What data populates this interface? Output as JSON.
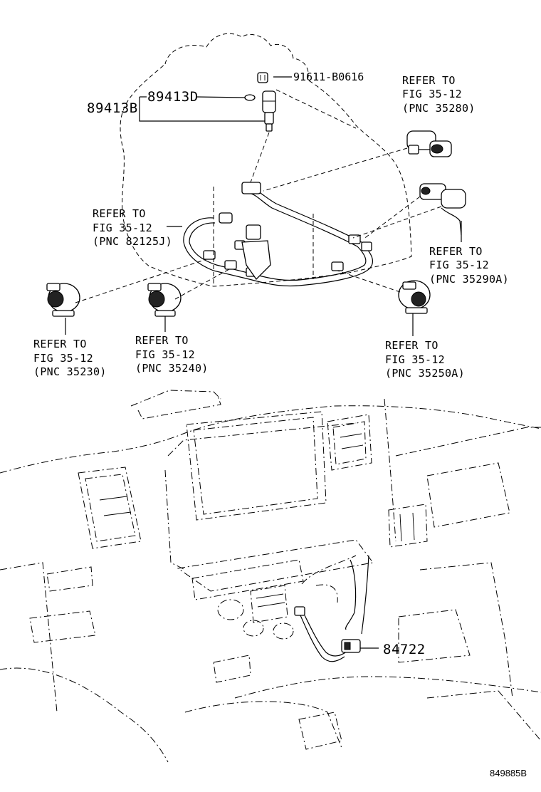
{
  "parts": {
    "p89413b": "89413B",
    "p89413d": "89413D",
    "p91611": "91611-B0616",
    "p84722": "84722"
  },
  "refs": {
    "r35280": [
      "REFER TO",
      "FIG 35-12",
      "(PNC 35280)"
    ],
    "r82125": [
      "REFER TO",
      "FIG 35-12",
      "(PNC 82125J)"
    ],
    "r35290": [
      "REFER TO",
      "FIG 35-12",
      "(PNC 35290A)"
    ],
    "r35230": [
      "REFER TO",
      "FIG 35-12",
      "(PNC 35230)"
    ],
    "r35240": [
      "REFER TO",
      "FIG 35-12",
      "(PNC 35240)"
    ],
    "r35250": [
      "REFER TO",
      "FIG 35-12",
      "(PNC 35250A)"
    ]
  },
  "diagram_code": "849885B"
}
